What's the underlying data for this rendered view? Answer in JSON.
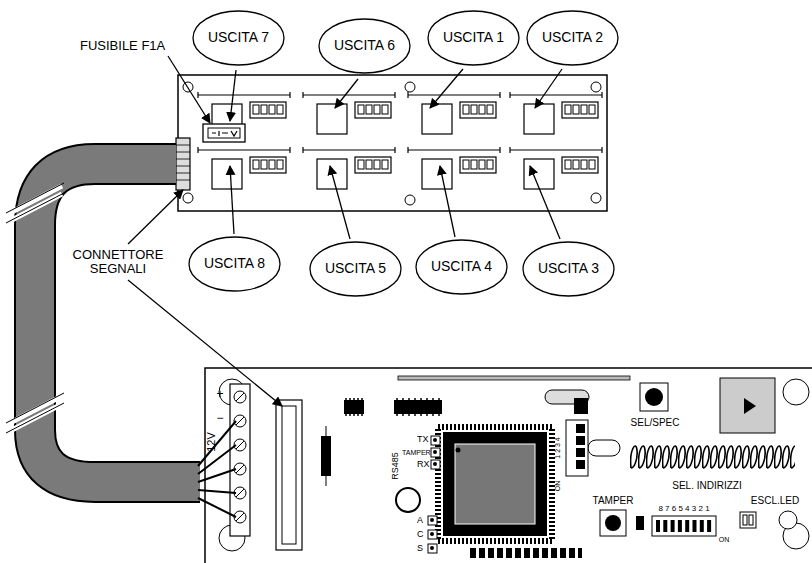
{
  "diagram": {
    "nodes": [
      {
        "text": [
          "USCITA 7"
        ]
      },
      {
        "text": [
          "USCITA 6"
        ]
      },
      {
        "text": [
          "USCITA 1"
        ]
      },
      {
        "text": [
          "USCITA 2"
        ]
      },
      {
        "text": [
          "USCITA 8"
        ]
      },
      {
        "text": [
          "USCITA 5"
        ]
      },
      {
        "text": [
          "USCITA 4"
        ]
      },
      {
        "text": [
          "USCITA 3"
        ]
      }
    ],
    "labels": [
      "FUSIBILE F1A",
      "CONNETTORE SEGNALI",
      "+",
      "−",
      "12V",
      "RS485",
      "TX",
      "TAMPER",
      "RX",
      "A",
      "C",
      "S",
      "SEL/SPEC",
      "SEL. INDIRIZZI",
      "TAMPER",
      "8 7 6 5 4 3 2 1",
      "ON",
      "ESCL.LED",
      "ON",
      "1 2 3 4"
    ]
  }
}
